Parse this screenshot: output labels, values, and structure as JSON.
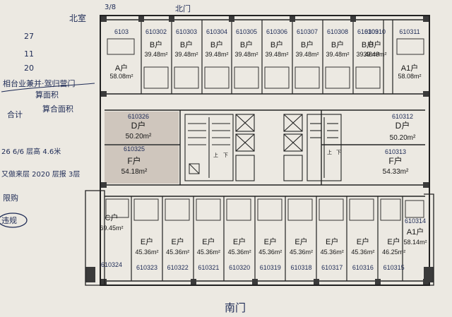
{
  "plan": {
    "handwritten": {
      "top": [
        "北室",
        "3/8",
        "北门"
      ],
      "left": [
        "27",
        "11",
        "20",
        "相台业兼并·驾归营门",
        "算面积",
        "合计",
        "算合面积",
        "26 6/6 层高 4.6米",
        "又做来层 2020 层报 3层",
        "限购",
        "违规"
      ],
      "bottom": "南门"
    },
    "top_units": [
      {
        "no": "6103",
        "type": "A户",
        "area": "58.08m²"
      },
      {
        "no": "610302",
        "type": "B户",
        "area": "39.48m²"
      },
      {
        "no": "610303",
        "type": "B户",
        "area": "39.48m²"
      },
      {
        "no": "610304",
        "type": "B户",
        "area": "39.48m²"
      },
      {
        "no": "610305",
        "type": "B户",
        "area": "39.48m²"
      },
      {
        "no": "610306",
        "type": "B户",
        "area": "39.48m²"
      },
      {
        "no": "610307",
        "type": "B户",
        "area": "39.48m²"
      },
      {
        "no": "610308",
        "type": "B户",
        "area": "39.48m²"
      },
      {
        "no": "610309",
        "type": "B户",
        "area": "39.48m²"
      },
      {
        "no": "610310",
        "type": "B户",
        "area": "39.48m²"
      },
      {
        "no": "610311",
        "type": "A1户",
        "area": "58.08m²"
      }
    ],
    "middle_units": [
      {
        "no": "610326",
        "type": "D户",
        "area": "50.20m²"
      },
      {
        "no": "610325",
        "type": "F户",
        "area": "54.18m²"
      },
      {
        "no": "610312",
        "type": "D户",
        "area": "50.20m²"
      },
      {
        "no": "610313",
        "type": "F户",
        "area": "54.33m²"
      }
    ],
    "bottom_units": [
      {
        "no": "",
        "type": "C户",
        "area": "69.45m²"
      },
      {
        "no": "610324",
        "type": "",
        "area": ""
      },
      {
        "no": "610323",
        "type": "E户",
        "area": "45.36m²"
      },
      {
        "no": "610322",
        "type": "E户",
        "area": "45.36m²"
      },
      {
        "no": "610321",
        "type": "E户",
        "area": "45.36m²"
      },
      {
        "no": "610320",
        "type": "E户",
        "area": "45.36m²"
      },
      {
        "no": "610319",
        "type": "E户",
        "area": "45.36m²"
      },
      {
        "no": "610318",
        "type": "E户",
        "area": "45.36m²"
      },
      {
        "no": "610317",
        "type": "E户",
        "area": "45.36m²"
      },
      {
        "no": "610316",
        "type": "E户",
        "area": "45.36m²"
      },
      {
        "no": "610315",
        "type": "E户",
        "area": "46.25m²"
      },
      {
        "no": "610314",
        "type": "A1户",
        "area": "58.14m²"
      }
    ],
    "stair_labels": [
      "上",
      "下",
      "上",
      "下"
    ],
    "colors": {
      "wall": "#222222",
      "column": "#3a3a3a",
      "paper": "#ece9e2",
      "shaded": "#cfc6bd",
      "ink": "#1d2a55"
    }
  }
}
